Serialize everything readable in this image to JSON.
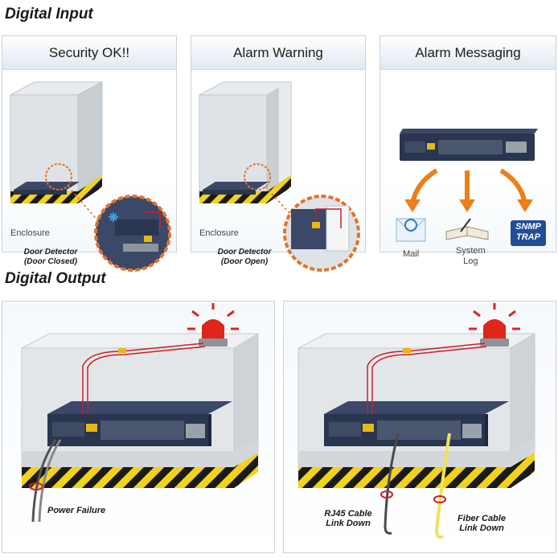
{
  "digital_input": {
    "title": "Digital Input",
    "panels": [
      {
        "heading": "Security OK!!",
        "enclosure_label": "Enclosure",
        "detector_label": "Door Detector",
        "detector_state": "(Door Closed)"
      },
      {
        "heading": "Alarm Warning",
        "enclosure_label": "Enclosure",
        "detector_label": "Door Detector",
        "detector_state": "(Door Open)"
      },
      {
        "heading": "Alarm Messaging",
        "mail_label": "Mail",
        "syslog_label_1": "System",
        "syslog_label_2": "Log",
        "snmp_label_1": "SNMP",
        "snmp_label_2": "TRAP"
      }
    ]
  },
  "digital_output": {
    "title": "Digital Output",
    "panels": [
      {
        "fault_label": "Power Failure"
      },
      {
        "rj45_label_1": "RJ45 Cable",
        "rj45_label_2": "Link Down",
        "fiber_label_1": "Fiber Cable",
        "fiber_label_2": "Link Down"
      }
    ]
  },
  "colors": {
    "switch_body": "#2a3550",
    "port_yellow": "#e8b718",
    "hazard_yellow": "#f3d21a",
    "alarm_red": "#e0251a",
    "detector_ring": "#e2722a",
    "arrow_orange": "#ef7d18",
    "snmp_blue": "#1f4d99",
    "wire_red": "#c8202a",
    "fiber_yellow": "#efe25a"
  }
}
